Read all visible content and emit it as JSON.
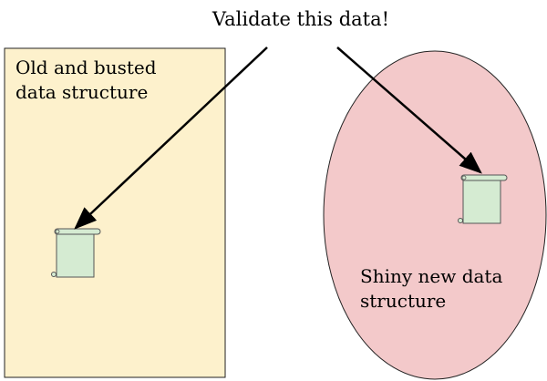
{
  "caption": "Validate this data!",
  "old_structure": {
    "label_line1": "Old and busted",
    "label_line2": "data structure",
    "fill_color": "#fdf1cc",
    "icon": "scroll-icon"
  },
  "new_structure": {
    "label_line1": "Shiny new data",
    "label_line2": "structure",
    "fill_color": "#f3c9ca",
    "icon": "scroll-icon"
  },
  "scroll_color": "#d5ebd2"
}
